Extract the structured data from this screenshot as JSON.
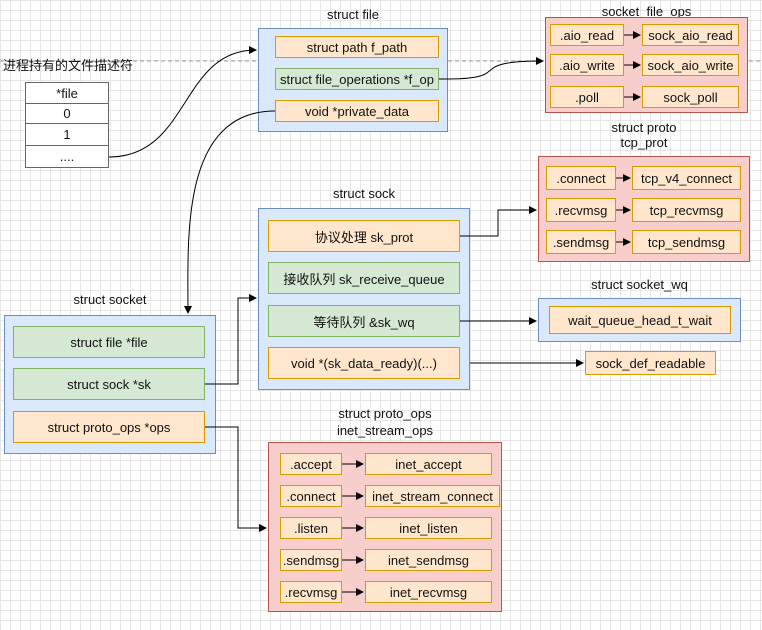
{
  "labels": {
    "fd_title": "进程持有的文件描述符",
    "struct_file": "struct file",
    "socket_file_ops": "socket_file_ops",
    "struct_proto": "struct proto",
    "tcp_prot": "tcp_prot",
    "struct_sock": "struct sock",
    "struct_socket_wq": "struct socket_wq",
    "struct_socket": "struct socket",
    "struct_proto_ops": "struct proto_ops",
    "inet_stream_ops": "inet_stream_ops"
  },
  "fd_table": [
    "*file",
    "0",
    "1",
    "...."
  ],
  "struct_file": {
    "f_path": "struct path f_path",
    "f_op": "struct file_operations *f_op",
    "private_data": "void *private_data"
  },
  "socket_file_ops": [
    {
      "field": ".aio_read",
      "target": "sock_aio_read"
    },
    {
      "field": ".aio_write",
      "target": "sock_aio_write"
    },
    {
      "field": ".poll",
      "target": "sock_poll"
    }
  ],
  "tcp_prot": [
    {
      "field": ".connect",
      "target": "tcp_v4_connect"
    },
    {
      "field": ".recvmsg",
      "target": "tcp_recvmsg"
    },
    {
      "field": ".sendmsg",
      "target": "tcp_sendmsg"
    }
  ],
  "struct_sock": {
    "sk_prot": "协议处理 sk_prot",
    "sk_receive_queue": "接收队列 sk_receive_queue",
    "sk_wq": "等待队列 &sk_wq",
    "sk_data_ready": "void *(sk_data_ready)(...)"
  },
  "socket_wq": {
    "wait": "wait_queue_head_t_wait"
  },
  "sock_def_readable": "sock_def_readable",
  "struct_socket": {
    "file": "struct file *file",
    "sk": "struct sock *sk",
    "ops": "struct proto_ops *ops"
  },
  "inet_stream_ops": [
    {
      "field": ".accept",
      "target": "inet_accept"
    },
    {
      "field": ".connect",
      "target": "inet_stream_connect"
    },
    {
      "field": ".listen",
      "target": "inet_listen"
    },
    {
      "field": ".sendmsg",
      "target": "inet_sendmsg"
    },
    {
      "field": ".recvmsg",
      "target": "inet_recvmsg"
    }
  ]
}
